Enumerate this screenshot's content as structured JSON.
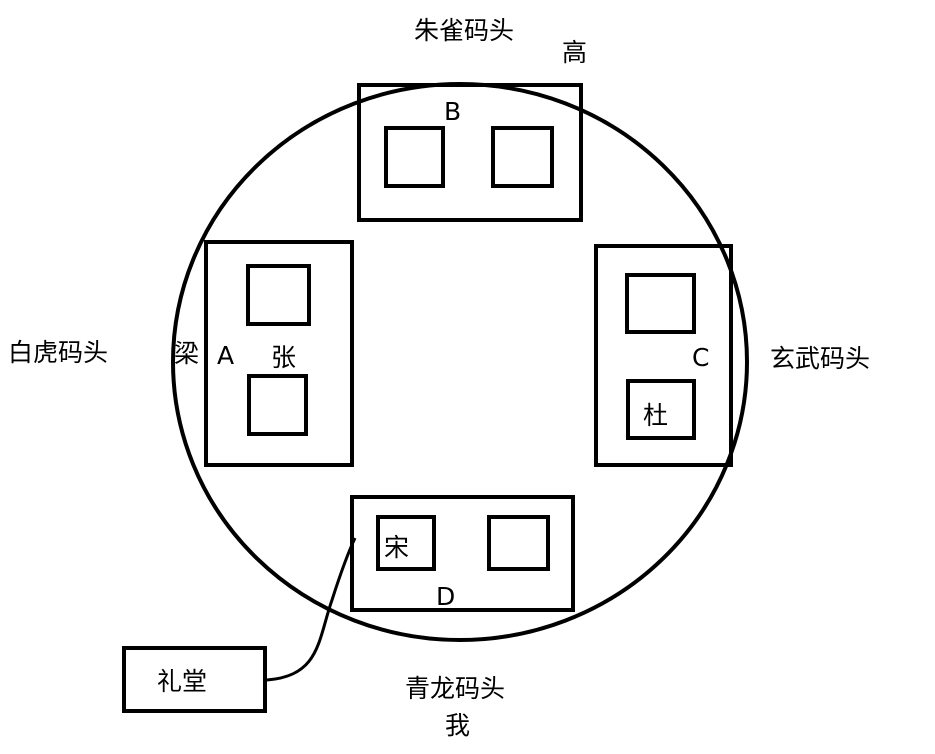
{
  "docks": {
    "north": "朱雀码头",
    "west": "白虎码头",
    "east": "玄武码头",
    "south": "青龙码头"
  },
  "blocks": {
    "a": "A",
    "b": "B",
    "c": "C",
    "d": "D"
  },
  "people": {
    "gao": "高",
    "liang": "梁",
    "zhang": "张",
    "du": "杜",
    "song": "宋",
    "me": "我"
  },
  "auditorium": "礼堂"
}
